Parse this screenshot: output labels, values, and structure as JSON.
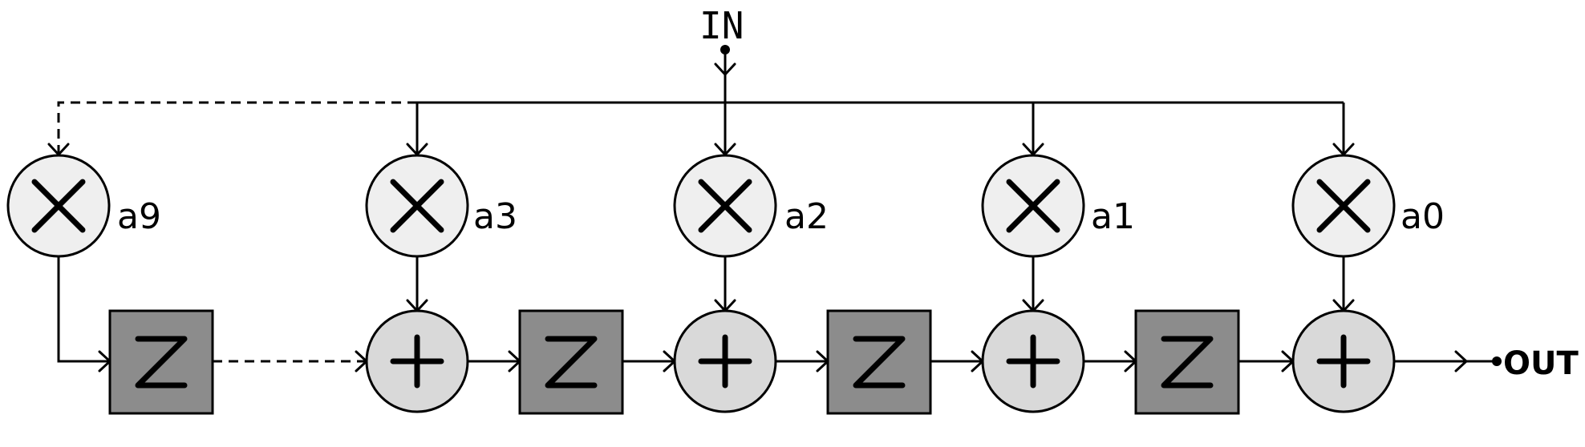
{
  "input_label": "IN",
  "output_label": "OUT",
  "multipliers": [
    {
      "coefficient": "a9"
    },
    {
      "coefficient": "a3"
    },
    {
      "coefficient": "a2"
    },
    {
      "coefficient": "a1"
    },
    {
      "coefficient": "a0"
    }
  ],
  "delays": [
    {
      "symbol": "Z"
    },
    {
      "symbol": "Z"
    },
    {
      "symbol": "Z"
    },
    {
      "symbol": "Z"
    }
  ],
  "adders": 4,
  "colors": {
    "multiplier_fill": "#efefef",
    "adder_fill": "#d9d9d9",
    "delay_fill": "#8c8c8c",
    "line": "#000000"
  }
}
